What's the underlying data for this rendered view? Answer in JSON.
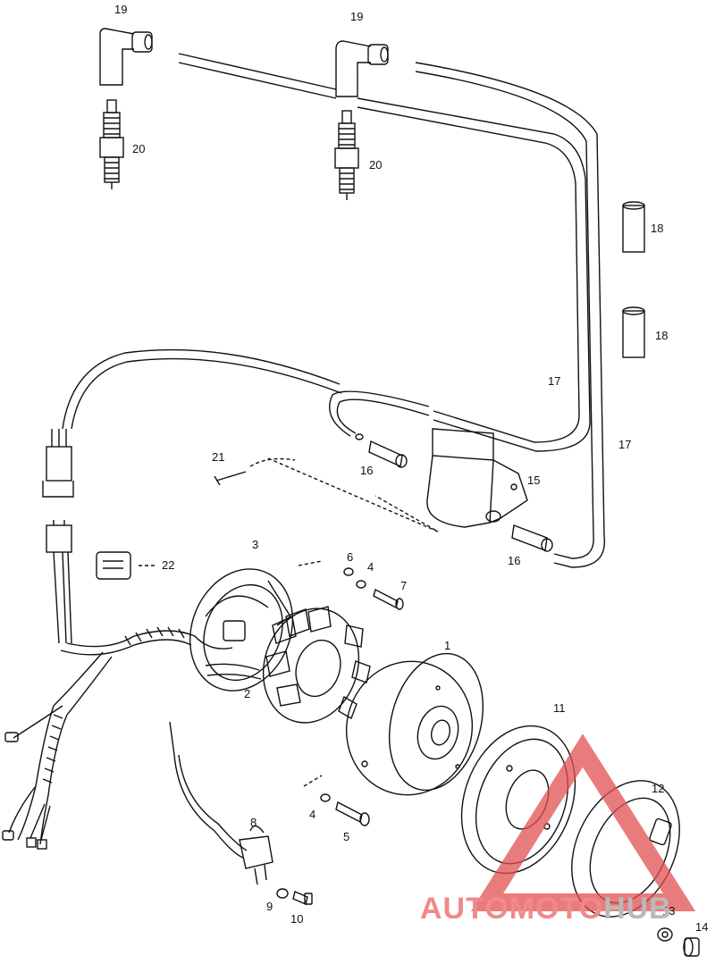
{
  "labels": {
    "l1": "1",
    "l2": "2",
    "l3": "3",
    "l4a": "4",
    "l4b": "4",
    "l5": "5",
    "l6": "6",
    "l7": "7",
    "l8": "8",
    "l9": "9",
    "l10": "10",
    "l11": "11",
    "l12": "12",
    "l13": "13",
    "l14": "14",
    "l15": "15",
    "l16a": "16",
    "l16b": "16",
    "l17a": "17",
    "l17b": "17",
    "l18a": "18",
    "l18b": "18",
    "l19a": "19",
    "l19b": "19",
    "l20a": "20",
    "l20b": "20",
    "l21": "21",
    "l22": "22"
  },
  "watermark": {
    "part1": "AUTOMOTO",
    "part2": "HUB",
    "color": "#e05050"
  }
}
